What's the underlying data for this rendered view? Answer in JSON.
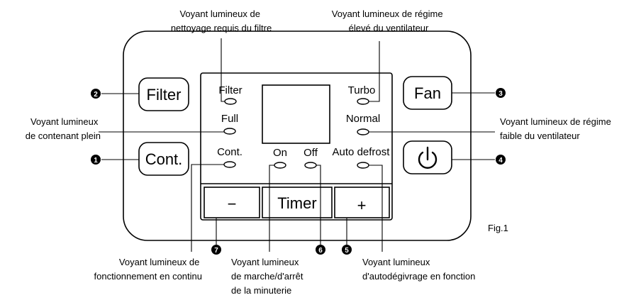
{
  "callouts": {
    "filter_clean": [
      "Voyant lumineux de",
      "nettoyage requis du filtre"
    ],
    "fan_high": [
      "Voyant lumineux de régime",
      "élevé du ventilateur"
    ],
    "full": [
      "Voyant lumineux",
      "de contenant plein"
    ],
    "fan_low": [
      "Voyant lumineux de régime",
      "faible du ventilateur"
    ],
    "continuous": [
      "Voyant lumineux de",
      "fonctionnement en continu"
    ],
    "timer": [
      "Voyant lumineux",
      "de marche/d'arrêt",
      "de la minuterie"
    ],
    "defrost": [
      "Voyant lumineux",
      "d'autodégivrage en fonction"
    ]
  },
  "buttons": {
    "filter": "Filter",
    "cont": "Cont.",
    "fan": "Fan",
    "minus": "−",
    "timer": "Timer",
    "plus": "+"
  },
  "indicators": {
    "filter": "Filter",
    "full": "Full",
    "cont": "Cont.",
    "on": "On",
    "off": "Off",
    "turbo": "Turbo",
    "normal": "Normal",
    "auto_defrost": "Auto defrost"
  },
  "numbers": {
    "n1": "1",
    "n2": "2",
    "n3": "3",
    "n4": "4",
    "n5": "5",
    "n6": "6",
    "n7": "7"
  },
  "figure_label": "Fig.1"
}
